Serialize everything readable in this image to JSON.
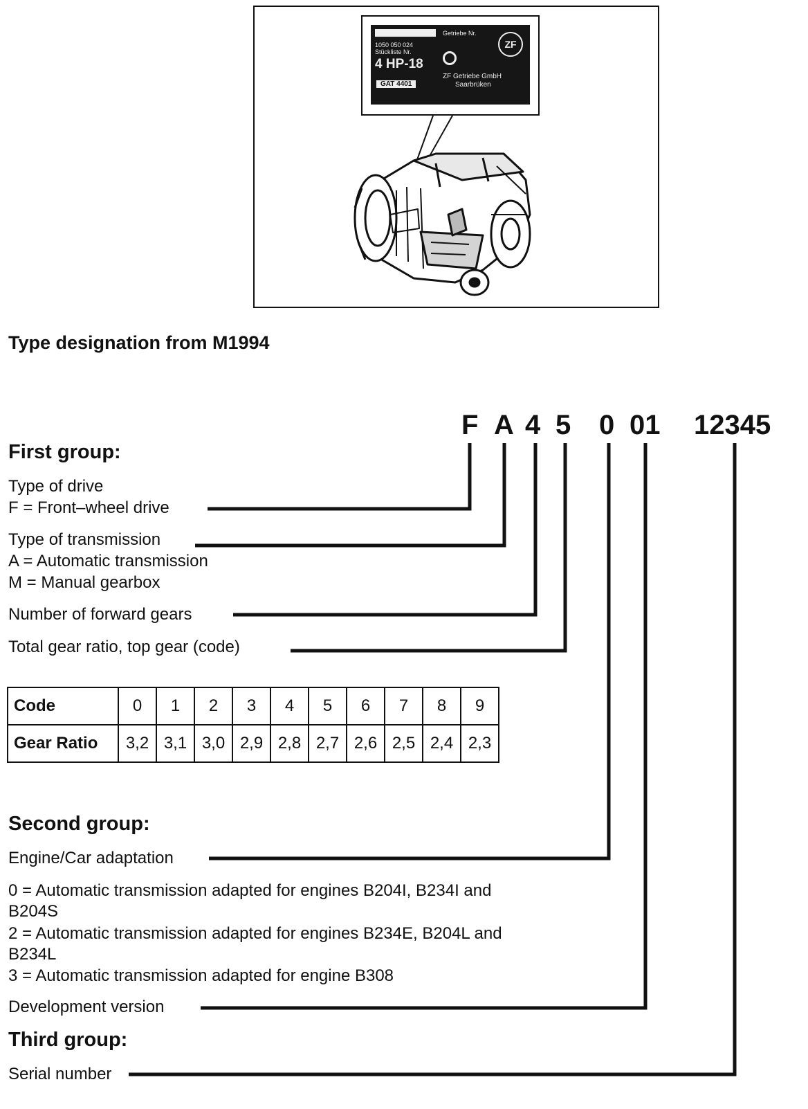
{
  "figure": {
    "plate": {
      "field_label": "Getriebe Nr.",
      "part_number": "1050 050 024",
      "serial_label": "Stückliste Nr.",
      "model": "4 HP-18",
      "gat": "GAT 4401",
      "maker_line1": "ZF Getriebe GmbH",
      "maker_line2": "Saarbrüken",
      "logo_text": "ZF"
    }
  },
  "title": "Type designation from M1994",
  "designation": {
    "chars": [
      "F",
      "A",
      "4",
      "5",
      "0",
      "01",
      "12345"
    ]
  },
  "first_group": {
    "heading": "First group:",
    "type_of_drive": "Type of drive",
    "front_wheel": "F = Front–wheel drive",
    "type_of_transmission": "Type of transmission",
    "automatic": "A = Automatic transmission",
    "manual": "M = Manual gearbox",
    "forward_gears": "Number of forward gears",
    "total_ratio": "Total gear ratio, top gear (code)"
  },
  "ratio_table": {
    "code_label": "Code",
    "ratio_label": "Gear Ratio",
    "codes": [
      "0",
      "1",
      "2",
      "3",
      "4",
      "5",
      "6",
      "7",
      "8",
      "9"
    ],
    "ratios": [
      "3,2",
      "3,1",
      "3,0",
      "2,9",
      "2,8",
      "2,7",
      "2,6",
      "2,5",
      "2,4",
      "2,3"
    ]
  },
  "second_group": {
    "heading": "Second group:",
    "adaptation": "Engine/Car adaptation",
    "opt0_line1": "0 = Automatic transmission adapted for engines B204I, B234I and",
    "opt0_line2": "B204S",
    "opt2_line1": "2 = Automatic transmission adapted for engines B234E, B204L and",
    "opt2_line2": "B234L",
    "opt3": "3 = Automatic transmission adapted for engine B308",
    "development": "Development version"
  },
  "third_group": {
    "heading": "Third group:",
    "serial": "Serial number"
  }
}
